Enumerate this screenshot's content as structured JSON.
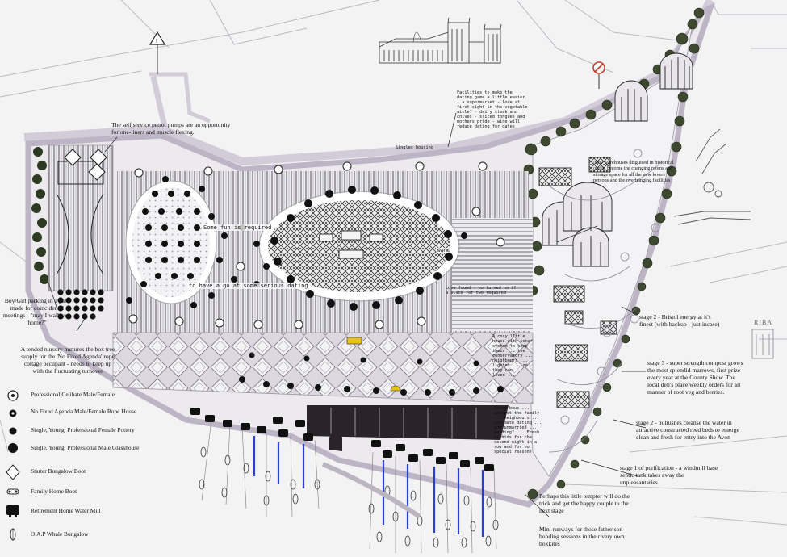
{
  "colors": {
    "bg": "#f4f3f4",
    "road": "#dedbe2",
    "path": "#cfc9d6",
    "hatch": "#9a95a0",
    "dark": "#111111",
    "mill": "#2a2328",
    "blue": "#2a3fd0",
    "green": "#2c3a22",
    "yellow": "#e8c21c"
  },
  "notes": {
    "petrol": "The self service petrol pumps are an opportunity for one-liners and muscle flexing.",
    "parking": "Boy/Girl parking in a park made for coincidental meetings - \"may I walk you home?\"",
    "nursery": "A tended nursery nurtures the box tree supply for the 'No Fixed Agenda' rope cottage occupant - needs to keep up with the fluctuating turnover",
    "dating": "Facilities to make the dating game a little easier - a supermarket - love at first sight in the vegetable aisle? - dairy steak and chives - sliced tongues and mothers pride - wine will reduce dating for dates",
    "warehouses": "New warehouses disguised in historical outfit, become the changing rooms and storage space for all the new lovers persons and the overhanging facilities",
    "stage2a": "stage 2 - Bristol energy at it's finest (with backup - just incase)",
    "stage3": "stage 3 - super strength compost grows the most splendid marrows, first prize every year at the County Show. The local deli's place weekly orders for all manner of root veg and berries.",
    "stage2b": "stage 2 - bulrushes cleanse the water in attractive constructed reed beds to emerge clean and fresh for entry into the Avon",
    "stage1": "stage 1 of purification - a windmill base septic tank takes away the unpleasantaries",
    "tempter": "Perhaps this little tempter will do the trick and get the happy couple to the next stage",
    "runways": "Mini runways for those father son bonding sessions in their very own boxkites",
    "sonar": "A cosy little house with sonar system to keep their ... the conservatory ... neighbours ... lighter ... so they can ... loved ...",
    "bows": "Those bows ... amongst the family ... neighbours ... intimate dating ... and unmarried ... wedding? ... Fresh orchids for the second night in a row and for no special reason?",
    "singles": "Singles housing"
  },
  "labels": {
    "fun": "Some fun is required",
    "serious": "to have a go at some serious dating",
    "found": "Love found - no turned no if a slice for two required",
    "warm": "warm"
  },
  "legend": [
    {
      "icon": "celibate-icon",
      "text": "Professional Celibate Male/Female"
    },
    {
      "icon": "rope-house-icon",
      "text": "No Fixed Agenda Male/Female Rope House"
    },
    {
      "icon": "pottery-icon",
      "text": "Single, Young, Professional Female Pottery"
    },
    {
      "icon": "glasshouse-icon",
      "text": "Single, Young, Professional Male Glasshouse"
    },
    {
      "icon": "boot-icon",
      "text": "Starter Bungalow Boot"
    },
    {
      "icon": "family-boot-icon",
      "text": "Family Home Boot"
    },
    {
      "icon": "water-mill-icon",
      "text": "Retirement Home Water Mill"
    },
    {
      "icon": "whale-icon",
      "text": "O.A.P Whale Bungalow"
    }
  ],
  "riba": "RIBA"
}
